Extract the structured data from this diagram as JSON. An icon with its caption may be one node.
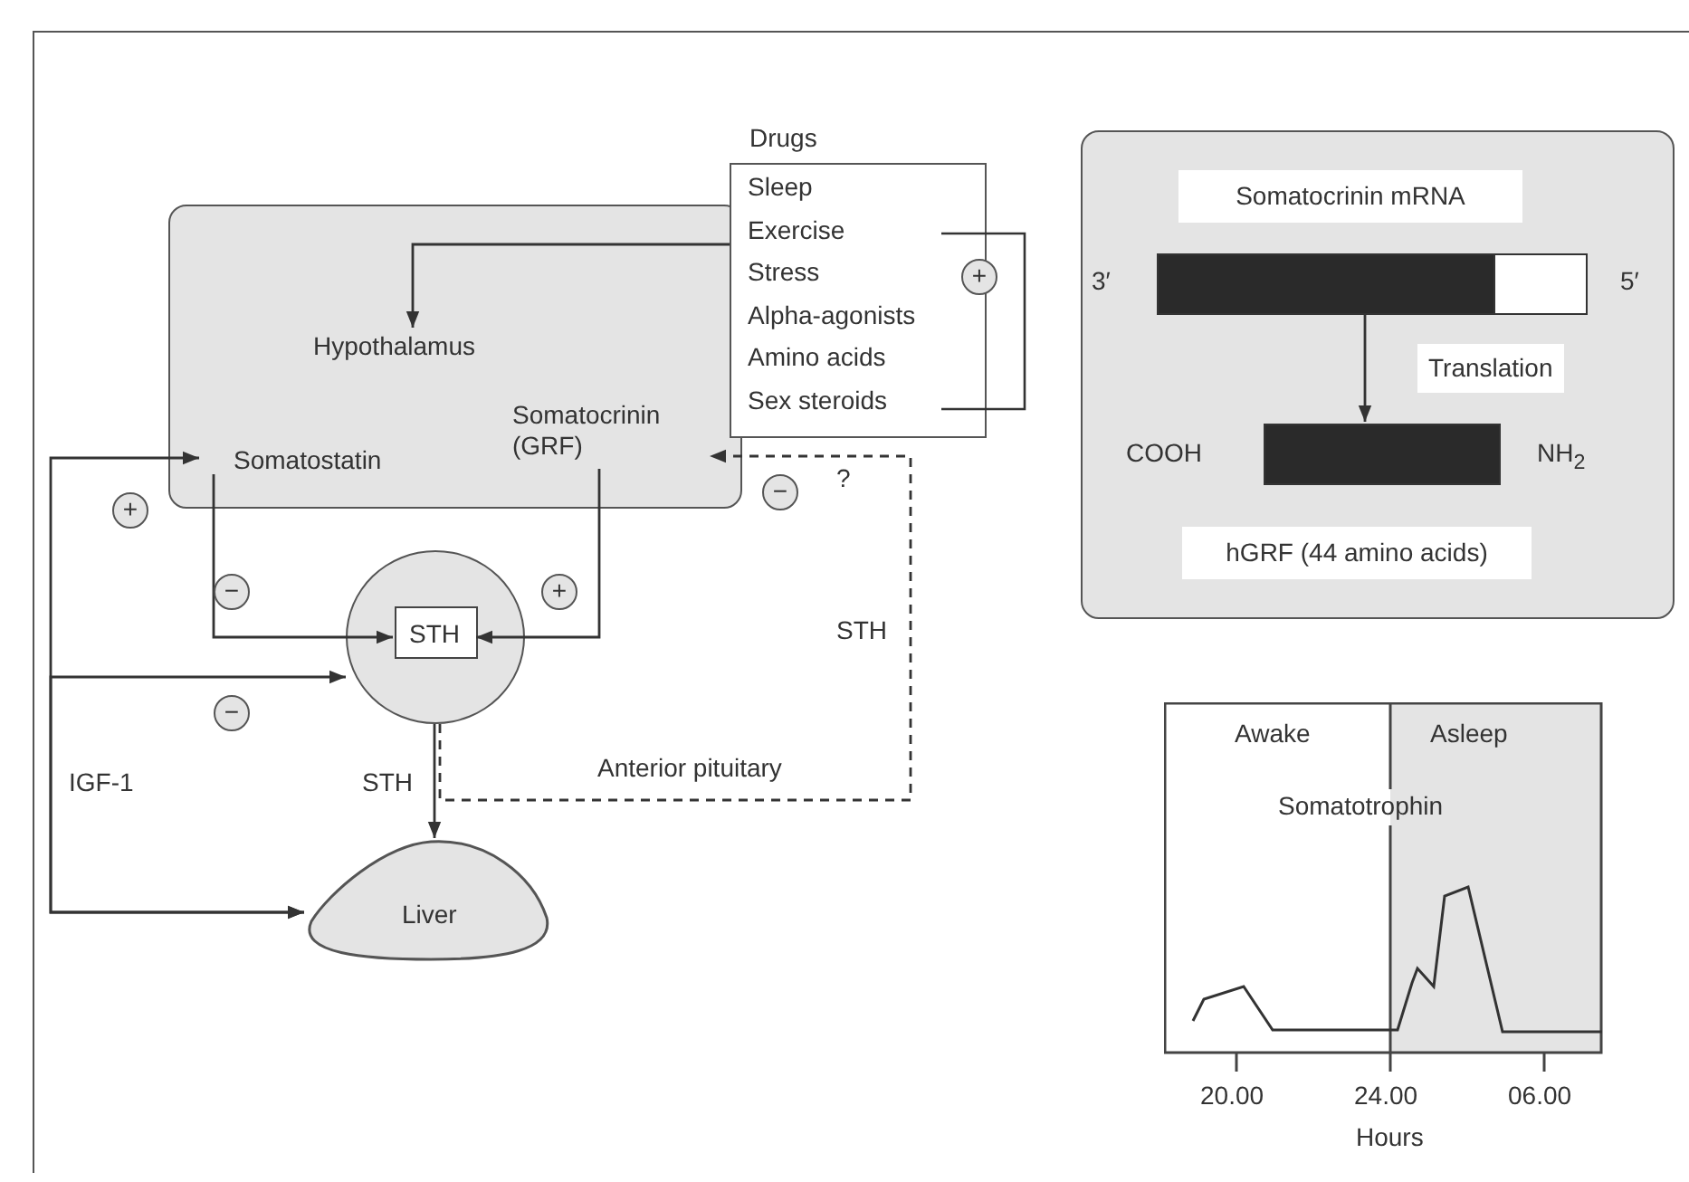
{
  "diagram": {
    "nodes": [
      {
        "text": [],
        "shape": "box"
      },
      {
        "text": [
          "Hypothalamus"
        ],
        "in": 0
      },
      {
        "text": [
          "Somatostatin"
        ],
        "in": 0
      },
      {
        "text": [
          "Somatocrinin (GRF)"
        ],
        "in": 0
      },
      {
        "text": [
          "Drugs",
          "Sleep",
          "Exercise",
          "Stress",
          "Alpha-agonists",
          "Amino acids",
          "Sex steroids"
        ]
      },
      {
        "text": [],
        "shape": "circle"
      },
      {
        "text": [
          "STH"
        ],
        "in": 5
      },
      {
        "text": [
          "Liver"
        ]
      },
      {
        "text": [
          "Somatocrinin mRNA",
          "hGRF (44 amino acids)"
        ]
      },
      {
        "text": [],
        "shape": "bar",
        "in": 8
      },
      {
        "text": [],
        "shape": "bar",
        "in": 8
      }
    ],
    "edges": [
      {
        "from": 4,
        "to": 1,
        "arrow": "to"
      },
      {
        "from": 2,
        "to": 6,
        "arrow": "to"
      },
      {
        "from": 3,
        "to": 6,
        "arrow": "to"
      },
      {
        "from": 7,
        "to": 2,
        "arrow": "both",
        "label": "IGF-1"
      },
      {
        "from": 7,
        "to": 5,
        "arrow": "both"
      },
      {
        "from": 5,
        "to": 7,
        "arrow": "to",
        "label": "STH"
      },
      {
        "from": 5,
        "to": 3,
        "arrow": "to",
        "label": "STH",
        "style": "dashed"
      },
      {
        "from": 9,
        "to": 10,
        "arrow": "to",
        "label": "Translation"
      }
    ],
    "labels": [
      "+",
      "+",
      "−",
      "?",
      "−",
      "+",
      "−",
      "Anterior pituitary",
      "3′",
      "5′",
      "COOH",
      "NH$_{2}$",
      "Awake",
      "Asleep",
      "Somatotrophin",
      "20.00",
      "24.00",
      "06.00",
      "Hours"
    ]
  }
}
